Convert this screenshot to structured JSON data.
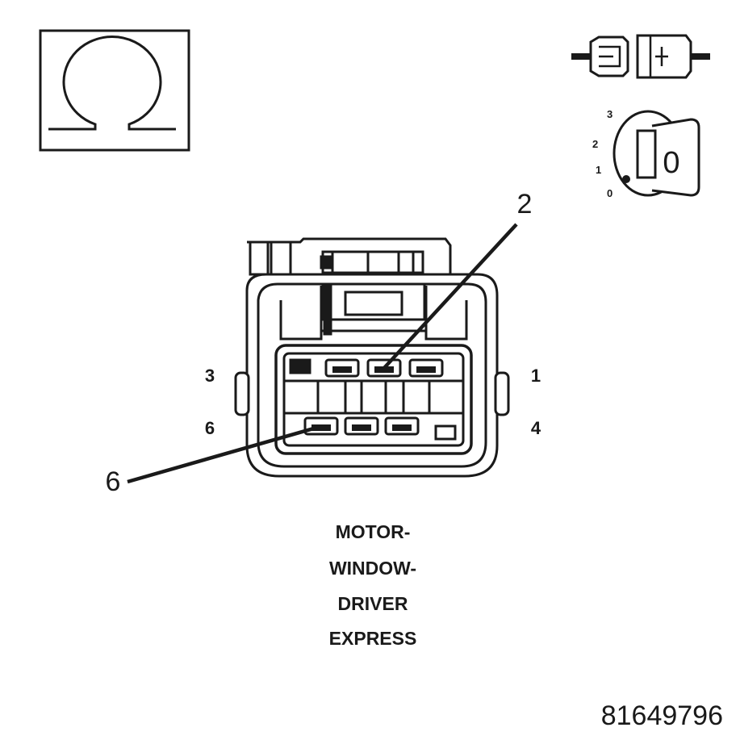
{
  "meter": {
    "symbol": "Ω",
    "icon": "ohmmeter-icon"
  },
  "key": {
    "positions": [
      "3",
      "2",
      "1",
      "0"
    ],
    "switch_label": "0",
    "icon": "ignition-key-icon"
  },
  "disconnect": {
    "icon": "disconnected-connector-icon"
  },
  "connector": {
    "pin_labels": {
      "top_left": "3",
      "top_right": "1",
      "bottom_left": "6",
      "bottom_right": "4"
    },
    "callouts": [
      "2",
      "6"
    ]
  },
  "title": [
    "MOTOR-",
    "WINDOW-",
    "DRIVER",
    "EXPRESS"
  ],
  "figure_number": "81649796",
  "colors": {
    "ink": "#1a1a1a",
    "paper": "#ffffff"
  }
}
